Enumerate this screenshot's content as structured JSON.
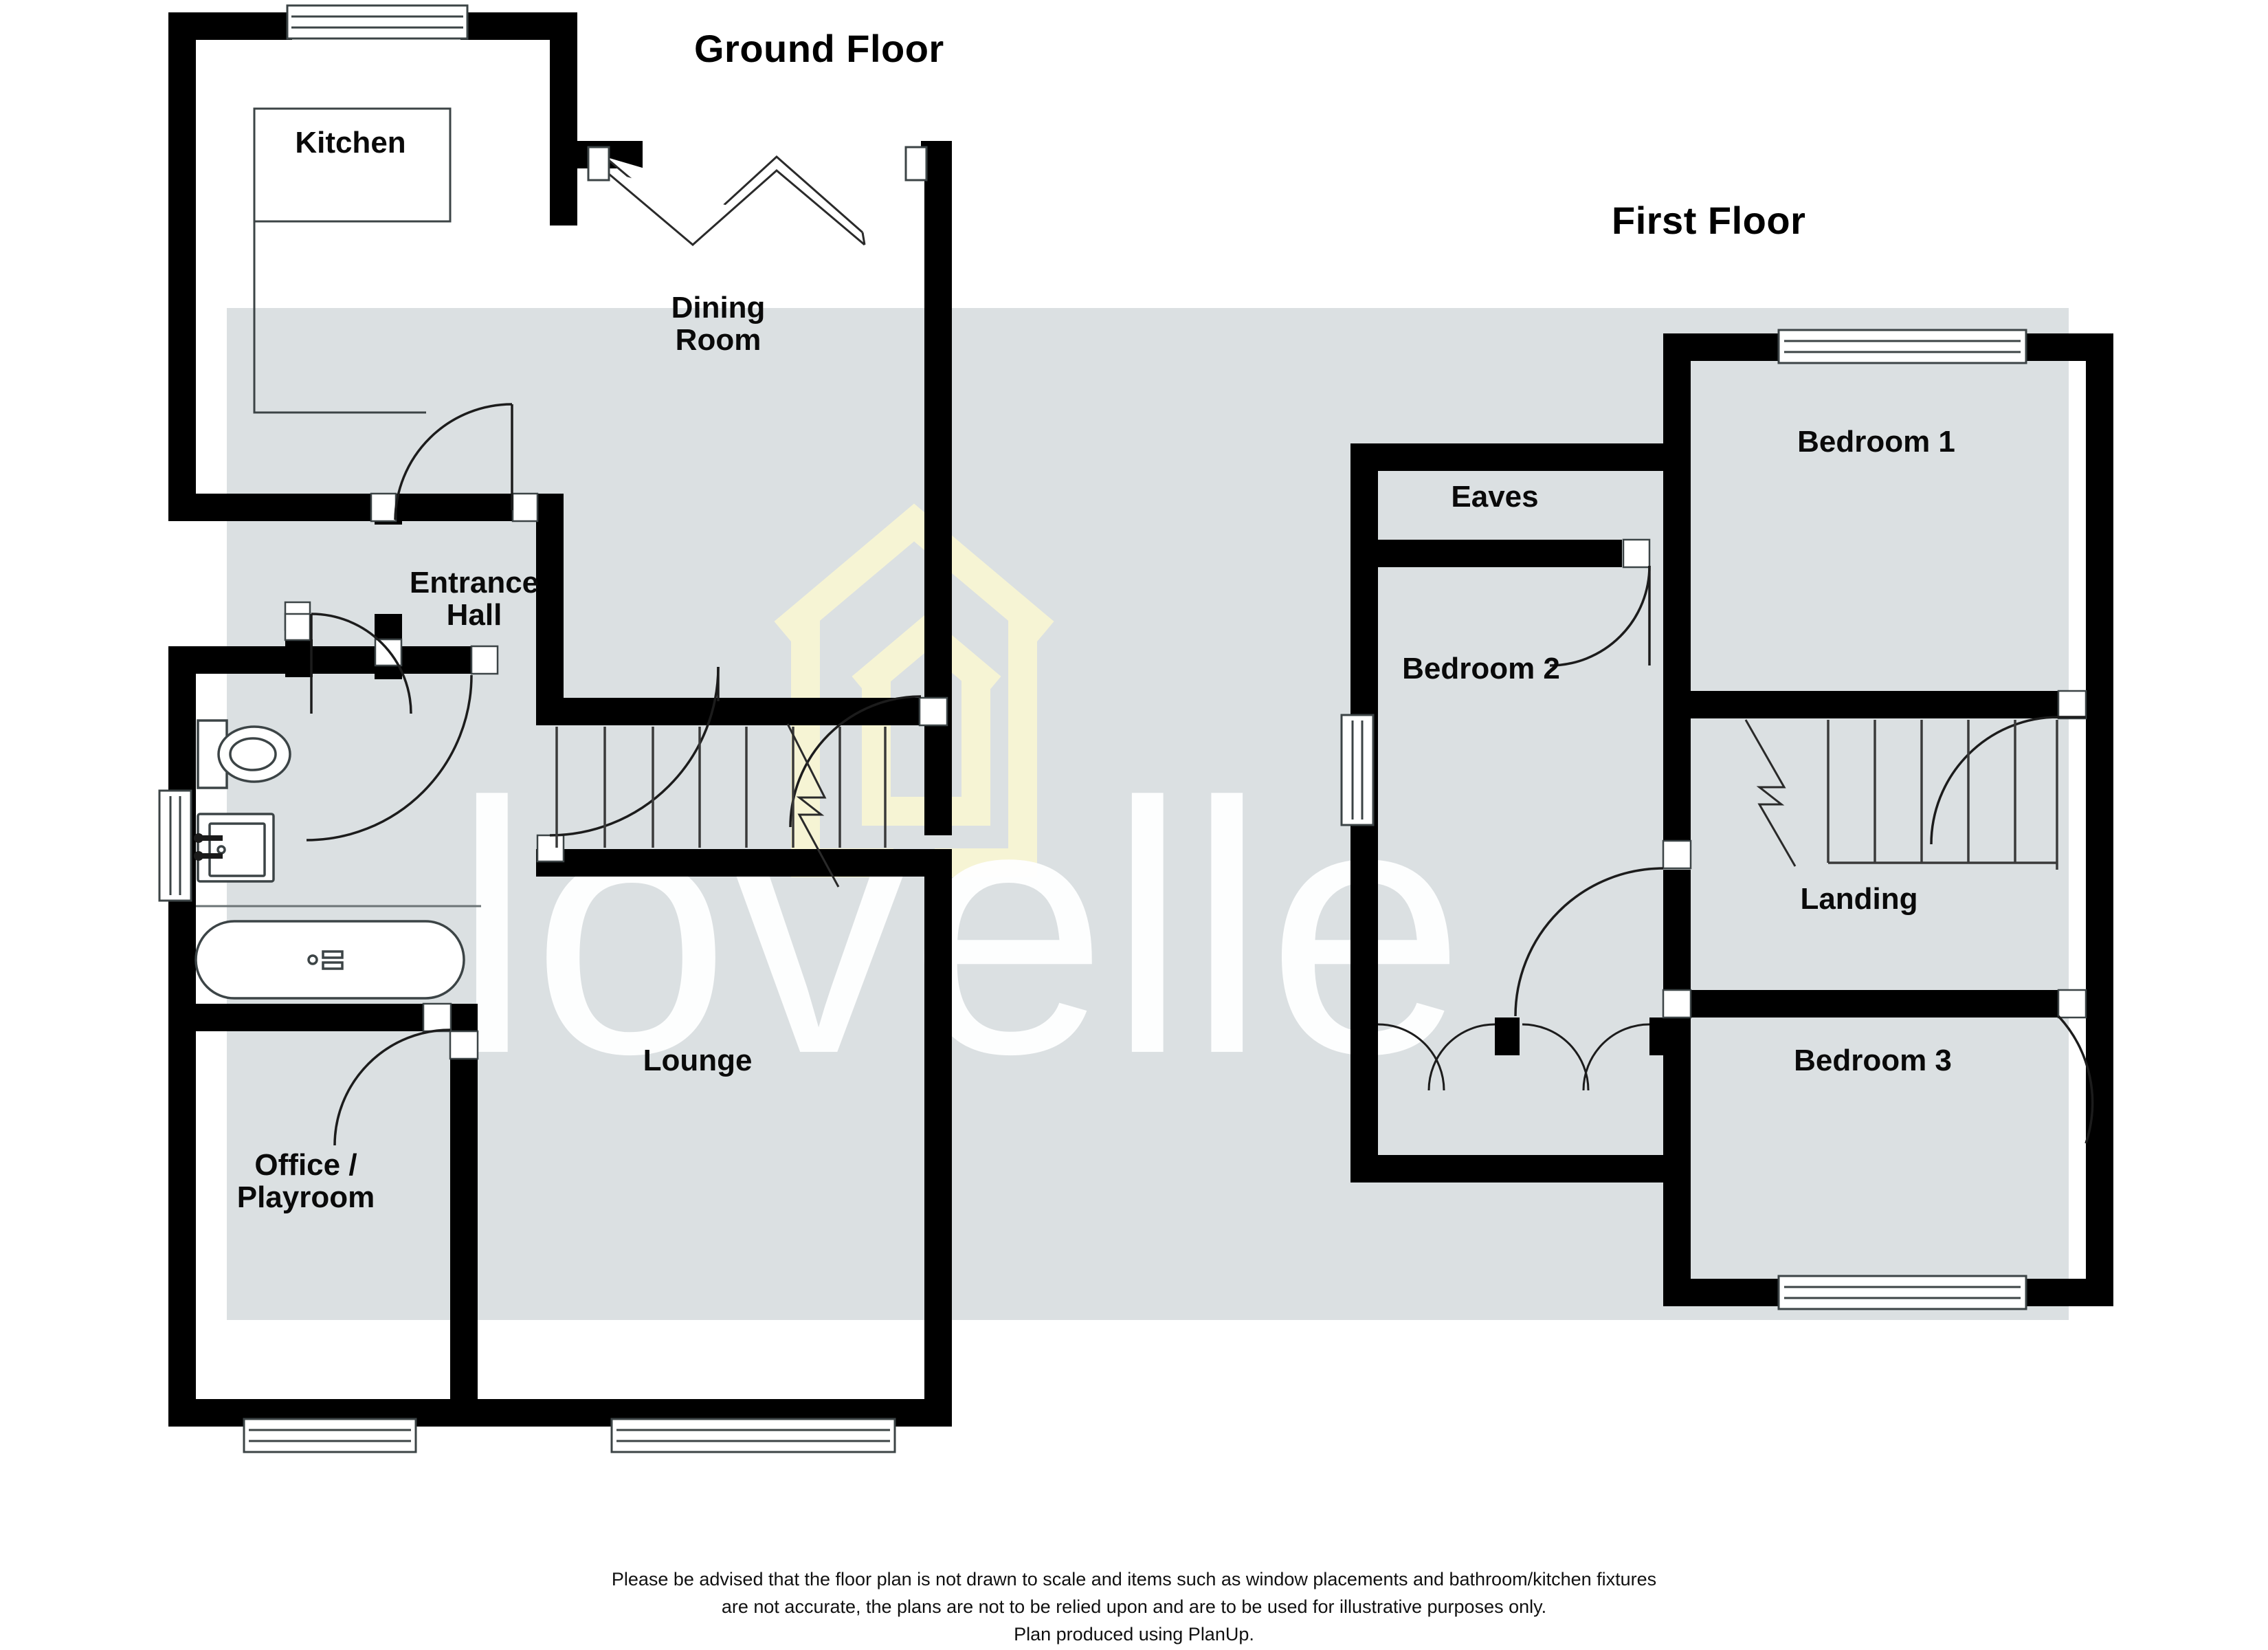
{
  "document": {
    "type": "floor-plan",
    "watermark_text": "lovelle",
    "watermark_logo": "house-outline-logo",
    "colors": {
      "wall": "#000000",
      "room_fill": "#dbe0e2",
      "background": "#ffffff",
      "fixture_stroke": "#3c4446",
      "watermark_text_color": "#ffffff",
      "watermark_logo_color": "#f7f6da",
      "label_color": "#0a0a0a"
    }
  },
  "floors": [
    {
      "id": "ground-floor",
      "title": "Ground Floor",
      "rooms": [
        {
          "id": "kitchen",
          "label": "Kitchen"
        },
        {
          "id": "dining-room",
          "label": "Dining\nRoom"
        },
        {
          "id": "entrance-hall",
          "label": "Entrance\nHall"
        },
        {
          "id": "lounge",
          "label": "Lounge"
        },
        {
          "id": "office-playroom",
          "label": "Office /\nPlayroom"
        }
      ],
      "fixtures": [
        "wc-toilet",
        "wash-basin",
        "bath-tub",
        "kitchen-units",
        "staircase-up"
      ]
    },
    {
      "id": "first-floor",
      "title": "First Floor",
      "rooms": [
        {
          "id": "bedroom-1",
          "label": "Bedroom 1"
        },
        {
          "id": "eaves",
          "label": "Eaves"
        },
        {
          "id": "bedroom-2",
          "label": "Bedroom 2"
        },
        {
          "id": "landing",
          "label": "Landing"
        },
        {
          "id": "bedroom-3",
          "label": "Bedroom 3"
        }
      ],
      "fixtures": [
        "staircase-down",
        "wardrobe-doors"
      ]
    }
  ],
  "disclaimer": {
    "line1": "Please be advised that the floor plan is not drawn to scale and items such as window placements and bathroom/kitchen fixtures",
    "line2": "are not accurate, the plans are not to be relied upon and are to be used for illustrative purposes only.",
    "line3": "Plan produced using PlanUp."
  }
}
